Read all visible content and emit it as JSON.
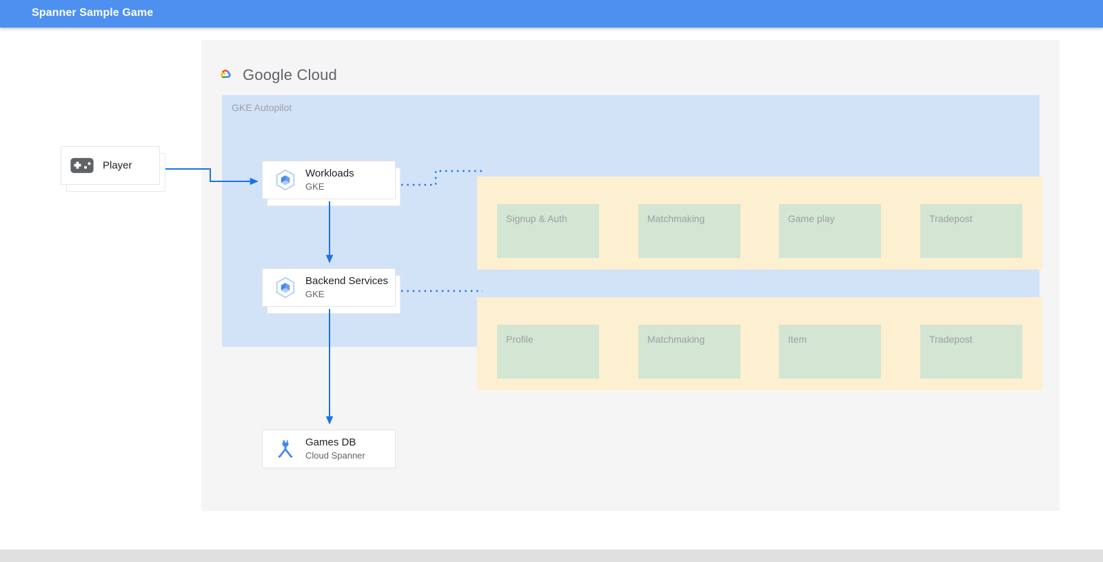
{
  "appbar": {
    "title": "Spanner Sample Game"
  },
  "diagram": {
    "brand": {
      "name": "Google Cloud",
      "name_bold": "Google",
      "name_light": "Cloud",
      "logo_icon": "google-cloud-logo-icon",
      "colors": {
        "red": "#ea4335",
        "yellow": "#fbbc04",
        "green": "#34a853",
        "blue": "#4285f4"
      }
    },
    "gke_region": {
      "label": "GKE Autopilot",
      "background": "#d2e3f8"
    },
    "nodes": [
      {
        "id": "player",
        "title": "Player",
        "subtitle": "",
        "icon": "gamepad-icon"
      },
      {
        "id": "workloads",
        "title": "Workloads",
        "subtitle": "GKE",
        "icon": "gke-icon"
      },
      {
        "id": "backend-services",
        "title": "Backend Services",
        "subtitle": "GKE",
        "icon": "gke-icon"
      },
      {
        "id": "games-db",
        "title": "Games DB",
        "subtitle": "Cloud Spanner",
        "icon": "cloud-spanner-icon"
      }
    ],
    "service_groups": [
      {
        "id": "workload-services",
        "background": "#fdf0d0",
        "boxes": [
          {
            "label": "Signup & Auth"
          },
          {
            "label": "Matchmaking"
          },
          {
            "label": "Game play"
          },
          {
            "label": "Tradepost"
          }
        ]
      },
      {
        "id": "backend-services-list",
        "background": "#fdf0d0",
        "boxes": [
          {
            "label": "Profile"
          },
          {
            "label": "Matchmaking"
          },
          {
            "label": "Item"
          },
          {
            "label": "Tradepost"
          }
        ]
      }
    ],
    "connector_color": "#1a73e8",
    "service_box_color": "#d3e5d3"
  },
  "theme": {
    "appbar_background": "#4d90f0",
    "panel_background": "#f5f5f5",
    "page_background": "#ffffff",
    "bottom_strip": "#e0e0e0"
  }
}
